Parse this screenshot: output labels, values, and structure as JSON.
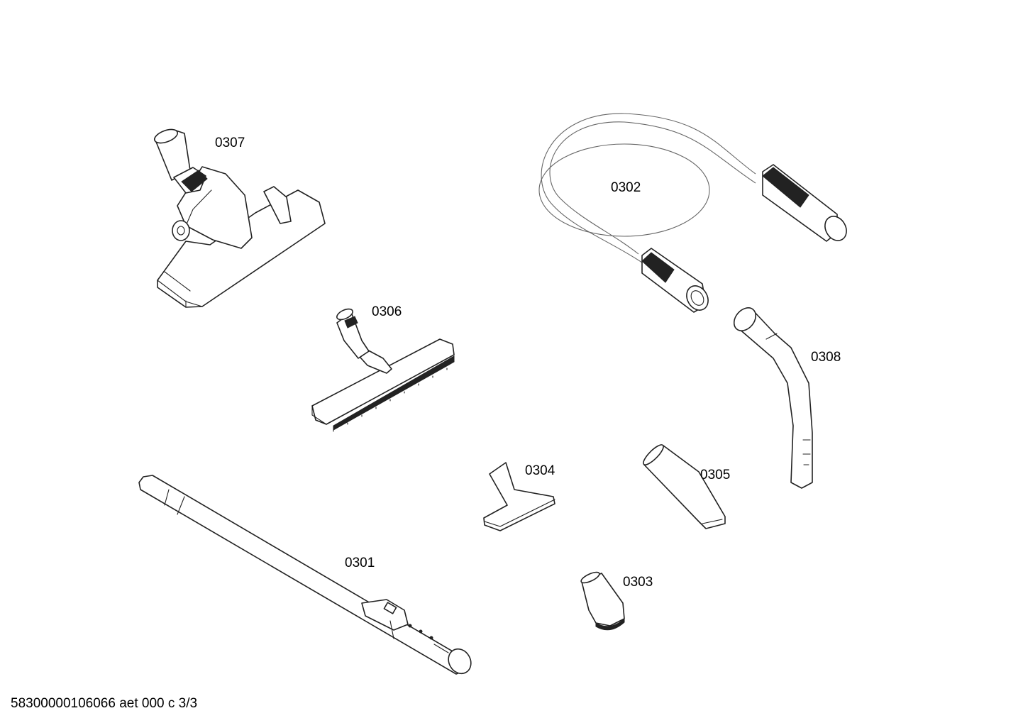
{
  "parts": [
    {
      "id": "0301",
      "label": "0301",
      "icon": "telescopic-tube-icon"
    },
    {
      "id": "0302",
      "label": "0302",
      "icon": "suction-hose-icon"
    },
    {
      "id": "0303",
      "label": "0303",
      "icon": "upholstery-nozzle-icon"
    },
    {
      "id": "0304",
      "label": "0304",
      "icon": "small-nozzle-icon"
    },
    {
      "id": "0305",
      "label": "0305",
      "icon": "crevice-nozzle-icon"
    },
    {
      "id": "0306",
      "label": "0306",
      "icon": "parquet-brush-icon"
    },
    {
      "id": "0307",
      "label": "0307",
      "icon": "floor-nozzle-icon"
    },
    {
      "id": "0308",
      "label": "0308",
      "icon": "handle-bend-icon"
    }
  ],
  "footer": "58300000106066 aet 000 c 3/3"
}
